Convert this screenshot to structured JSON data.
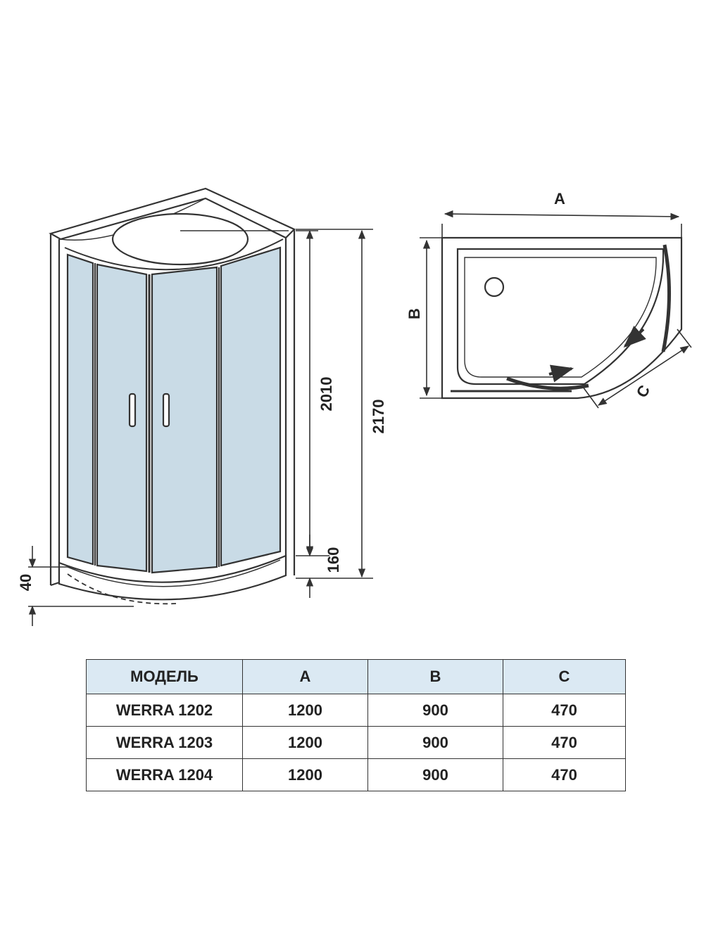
{
  "front_view": {
    "height_inner": "2010",
    "height_total": "2170",
    "tray_height": "160",
    "tray_offset": "40"
  },
  "plan_view": {
    "label_a": "A",
    "label_b": "B",
    "label_c": "C"
  },
  "table": {
    "headers": [
      "МОДЕЛЬ",
      "A",
      "B",
      "C"
    ],
    "rows": [
      [
        "WERRA 1202",
        "1200",
        "900",
        "470"
      ],
      [
        "WERRA 1203",
        "1200",
        "900",
        "470"
      ],
      [
        "WERRA 1204",
        "1200",
        "900",
        "470"
      ]
    ]
  },
  "colors": {
    "glass": "#c9dbe6",
    "header_fill": "#dbe9f3",
    "line": "#333333"
  }
}
